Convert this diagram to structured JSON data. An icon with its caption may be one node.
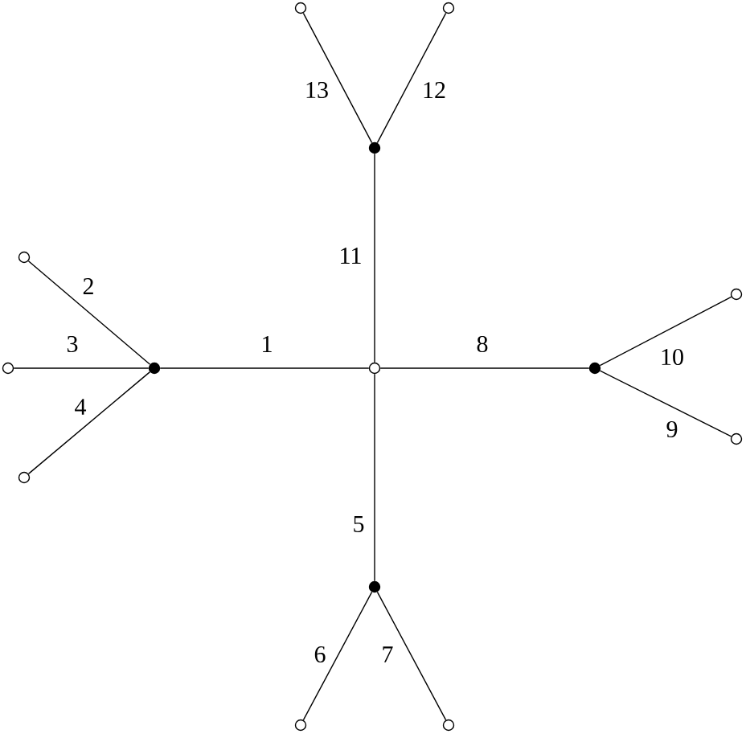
{
  "diagram": {
    "nodes": [
      {
        "text": [],
        "shape": "circle"
      },
      {
        "text": [],
        "shape": "circle"
      },
      {
        "text": [],
        "shape": "dot"
      },
      {
        "text": [],
        "shape": "circle"
      },
      {
        "text": [],
        "shape": "circle"
      },
      {
        "text": [],
        "shape": "circle"
      },
      {
        "text": [],
        "shape": "dot"
      },
      {
        "text": [],
        "shape": "circle"
      },
      {
        "text": [],
        "shape": "dot"
      },
      {
        "text": [],
        "shape": "circle"
      },
      {
        "text": [],
        "shape": "circle"
      },
      {
        "text": [],
        "shape": "dot"
      },
      {
        "text": [],
        "shape": "circle"
      },
      {
        "text": [],
        "shape": "circle"
      }
    ],
    "edges": [
      {
        "from": 7,
        "to": 6,
        "arrow": "none",
        "label": "1"
      },
      {
        "from": 6,
        "to": 3,
        "arrow": "none",
        "label": "2"
      },
      {
        "from": 6,
        "to": 5,
        "arrow": "none",
        "label": "3"
      },
      {
        "from": 6,
        "to": 10,
        "arrow": "none",
        "label": "4"
      },
      {
        "from": 7,
        "to": 11,
        "arrow": "none",
        "label": "5"
      },
      {
        "from": 11,
        "to": 12,
        "arrow": "none",
        "label": "6"
      },
      {
        "from": 11,
        "to": 13,
        "arrow": "none",
        "label": "7"
      },
      {
        "from": 7,
        "to": 8,
        "arrow": "none",
        "label": "8"
      },
      {
        "from": 8,
        "to": 9,
        "arrow": "none",
        "label": "9"
      },
      {
        "from": 8,
        "to": 4,
        "arrow": "none",
        "label": "10"
      },
      {
        "from": 7,
        "to": 2,
        "arrow": "none",
        "label": "11"
      },
      {
        "from": 2,
        "to": 1,
        "arrow": "none",
        "label": "12"
      },
      {
        "from": 2,
        "to": 0,
        "arrow": "none",
        "label": "13"
      }
    ]
  }
}
